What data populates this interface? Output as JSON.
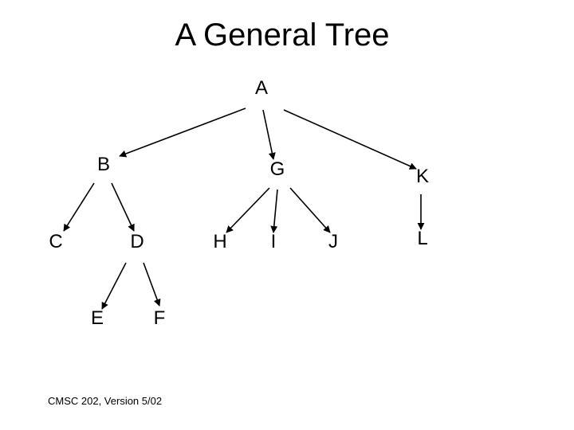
{
  "title": "A General Tree",
  "footer": "CMSC 202, Version 5/02",
  "tree": {
    "nodes": [
      {
        "id": "A",
        "label": "A"
      },
      {
        "id": "B",
        "label": "B"
      },
      {
        "id": "G",
        "label": "G"
      },
      {
        "id": "K",
        "label": "K"
      },
      {
        "id": "C",
        "label": "C"
      },
      {
        "id": "D",
        "label": "D"
      },
      {
        "id": "H",
        "label": "H"
      },
      {
        "id": "I",
        "label": "I"
      },
      {
        "id": "J",
        "label": "J"
      },
      {
        "id": "L",
        "label": "L"
      },
      {
        "id": "E",
        "label": "E"
      },
      {
        "id": "F",
        "label": "F"
      }
    ],
    "edges": [
      [
        "A",
        "B"
      ],
      [
        "A",
        "G"
      ],
      [
        "A",
        "K"
      ],
      [
        "B",
        "C"
      ],
      [
        "B",
        "D"
      ],
      [
        "G",
        "H"
      ],
      [
        "G",
        "I"
      ],
      [
        "G",
        "J"
      ],
      [
        "K",
        "L"
      ],
      [
        "D",
        "E"
      ],
      [
        "D",
        "F"
      ]
    ]
  }
}
